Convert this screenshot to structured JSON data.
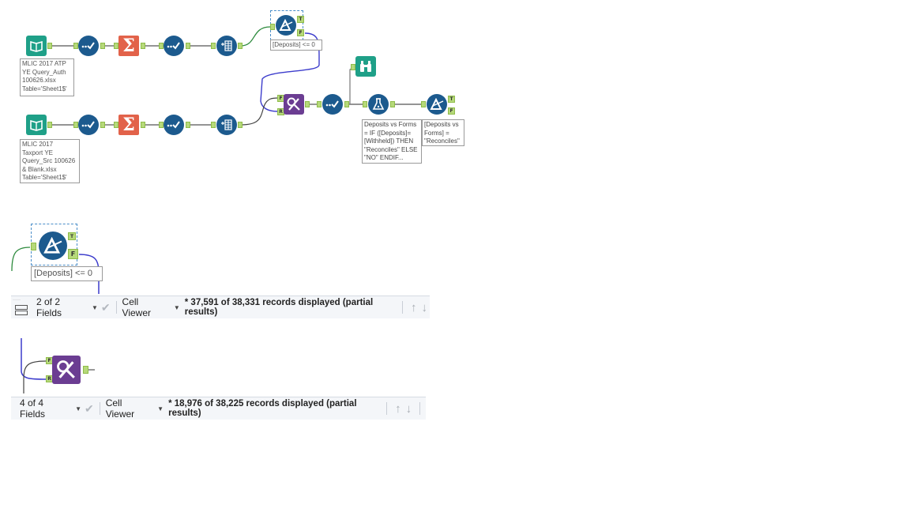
{
  "workflow": {
    "row1": {
      "input_annotation": "MLIC 2017 ATP\nYE Query_Auth\n100626.xlsx\nTable='Sheet1$'"
    },
    "row2": {
      "input_annotation": "MLIC 2017\nTaxport YE\nQuery_Src 100626\n& Blank.xlsx\nTable='Sheet1$'"
    },
    "filter1": {
      "annotation": "[Deposits] <= 0",
      "true_label": "T",
      "false_label": "F"
    },
    "join": {
      "left_label": "F",
      "right_label": "R"
    },
    "formula": {
      "annotation": "Deposits vs Forms\n= IF ([Deposits]=\n[Withheld]) THEN\n\"Reconciles\" ELSE\n\"NO\" ENDIF..."
    },
    "filter2": {
      "annotation": "[Deposits vs\nForms] =\n\"Reconciles\"",
      "true_label": "T",
      "false_label": "F"
    }
  },
  "detail1": {
    "filter_annotation": "[Deposits] <= 0",
    "true_label": "T",
    "false_label": "F",
    "results_bar": {
      "fields": "2 of 2 Fields",
      "viewer": "Cell Viewer",
      "status": "* 37,591 of 38,331 records displayed (partial results)"
    }
  },
  "detail2": {
    "left_label": "F",
    "right_label": "R",
    "results_bar": {
      "fields": "4 of 4 Fields",
      "viewer": "Cell Viewer",
      "status": "* 18,976 of 38,225 records displayed (partial results)"
    }
  },
  "icons": {
    "check": "✔",
    "caret": "▼",
    "up": "↑",
    "down": "↓",
    "sigma": "Σ"
  },
  "colors": {
    "tool_blue": "#1c5a8e",
    "input_teal": "#1fa088",
    "summarize_orange": "#e2624a",
    "join_purple": "#6b3d92",
    "anchor_green": "#b6d97a",
    "wire_blue": "#3c3ccc",
    "wire_green": "#2e8b3e"
  }
}
